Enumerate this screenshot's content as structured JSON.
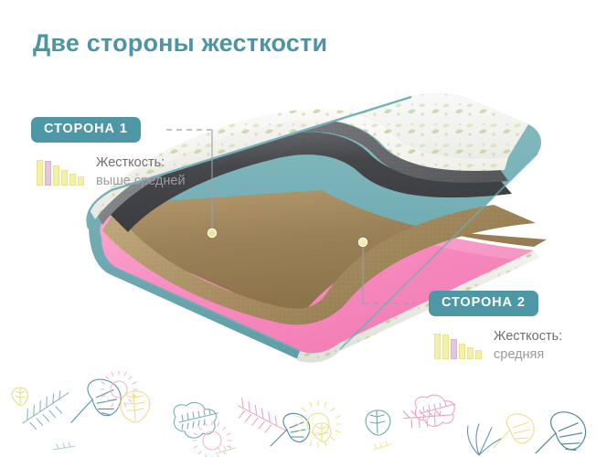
{
  "page": {
    "title": "Две стороны жесткости",
    "background": "#ffffff",
    "title_color": "#4e94a3"
  },
  "callouts": [
    {
      "id": "side-1",
      "badge": "СТОРОНА 1",
      "badge_color": "#4d97a6",
      "badge_text_color": "#ffffff",
      "stiffness_label": "Жесткость:",
      "stiffness_value": "выше средней",
      "meter": {
        "icon": "bar-meter-icon",
        "bars": 6,
        "heights": [
          28,
          27,
          22,
          17,
          13,
          10
        ],
        "accent_index": 1,
        "bar_color": "#f5f0a8",
        "accent_color": "#e9c4dd"
      },
      "marker_dot_color": "#e8e79a"
    },
    {
      "id": "side-2",
      "badge": "СТОРОНА 2",
      "badge_color": "#4d97a6",
      "badge_text_color": "#ffffff",
      "stiffness_label": "Жесткость:",
      "stiffness_value": "средняя",
      "meter": {
        "icon": "bar-meter-icon",
        "bars": 6,
        "heights": [
          28,
          27,
          22,
          17,
          13,
          10
        ],
        "accent_index": 2,
        "bar_color": "#f5f0a8",
        "accent_color": "#e9c4dd"
      },
      "marker_dot_color": "#e8e79a"
    }
  ],
  "illustration": {
    "name": "mattress-cutaway-illustration",
    "layers": [
      {
        "name": "cover-fabric",
        "label": "белый чехол с рисунком",
        "color": "#f4f3ef"
      },
      {
        "name": "felt-layer",
        "label": "войлок",
        "color": "#4f5055"
      },
      {
        "name": "coir-layer",
        "label": "кокосовая койра",
        "color": "#9d8257"
      },
      {
        "name": "foam-layer",
        "label": "пенополиуретан",
        "color": "#f58fc0"
      }
    ],
    "edge_binding_color": "#6aa8ae",
    "side_panel_color": "#eceee6"
  },
  "botanical_band": {
    "name": "botanical-decor-band",
    "colors": [
      "#7fb3c0",
      "#f0c7d6",
      "#f3e79a",
      "#a8cfd8",
      "#cfe0b4",
      "#e8a8c2"
    ]
  }
}
